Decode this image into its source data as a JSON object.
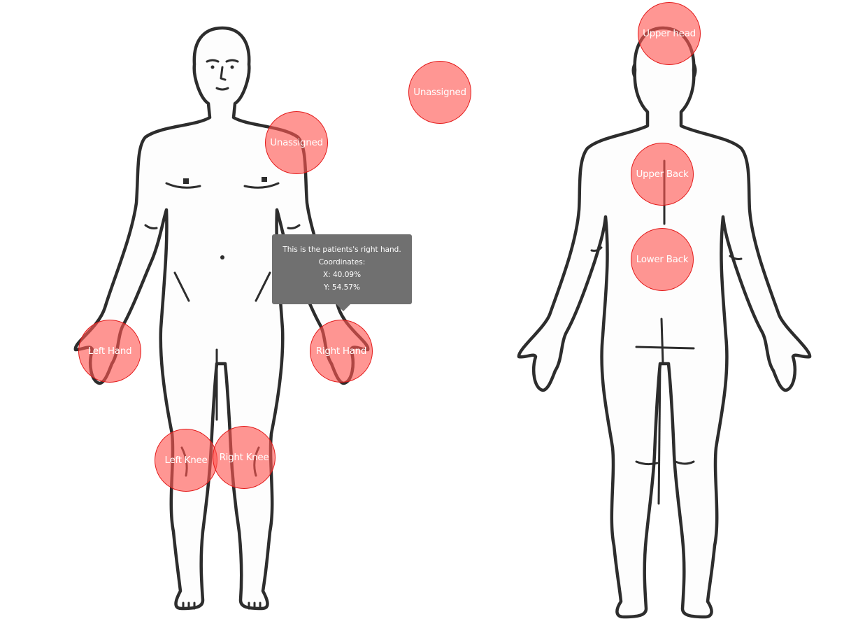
{
  "figures": {
    "front": {
      "icon": "human-body-front-outline"
    },
    "back": {
      "icon": "human-body-back-outline"
    }
  },
  "markers": {
    "upper_head": "Upper head",
    "unassigned_1": "Unassigned",
    "unassigned_2": "Unassigned",
    "upper_back": "Upper Back",
    "lower_back": "Lower Back",
    "left_hand": "Left Hand",
    "right_hand": "Right Hand",
    "left_knee": "Left Knee",
    "right_knee": "Right Knee"
  },
  "tooltip": {
    "description": "This is the patients's right hand.",
    "coordinates_label": "Coordinates:",
    "x": "X: 40.09%",
    "y": "Y: 54.57%"
  },
  "colors": {
    "marker_fill": "#ff5550",
    "marker_border": "#e11414",
    "tooltip_bg": "#707070",
    "outline": "#2d2d2d"
  }
}
